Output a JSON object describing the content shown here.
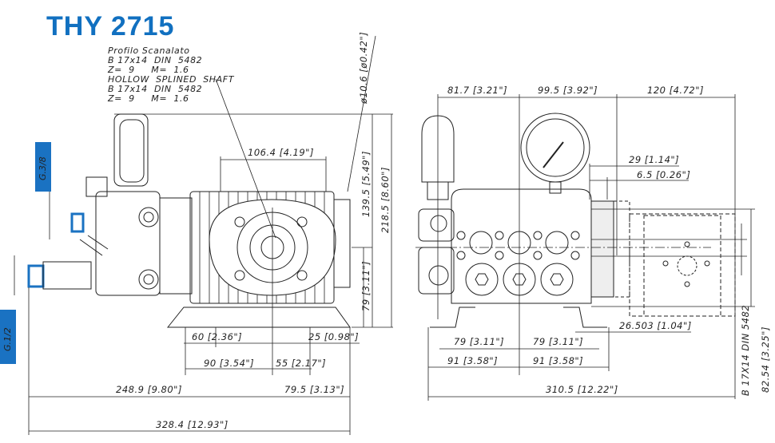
{
  "title": "THY 2715",
  "shaft_note": {
    "lines": [
      "Profilo Scanalato",
      "B 17x14  DIN  5482",
      "Z=  9     M=  1.6",
      "HOLLOW  SPLINED  SHAFT",
      "B 17x14  DIN  5482",
      "Z=  9     M=  1.6"
    ]
  },
  "ports": {
    "outlet": "G.3/8",
    "inlet": "G.1/2"
  },
  "colors": {
    "brand": "#1170c0",
    "port": "#1a72c2",
    "line": "#222222"
  },
  "side_view": {
    "hole_dia": "ø10.6 [ø0.42\"]",
    "width_106": "106.4 [4.19\"]",
    "height_139": "139.5 [5.49\"]",
    "height_218": "218.5 [8.60\"]",
    "height_79": "79 [3.11\"]",
    "dim_60": "60 [2.36\"]",
    "dim_25": "25 [0.98\"]",
    "dim_90": "90 [3.54\"]",
    "dim_55": "55 [2.17\"]",
    "dim_248": "248.9 [9.80\"]",
    "dim_79_5": "79.5 [3.13\"]",
    "dim_328": "328.4 [12.93\"]"
  },
  "front_view": {
    "dim_81": "81.7 [3.21\"]",
    "dim_99": "99.5 [3.92\"]",
    "dim_120": "120 [4.72\"]",
    "dim_29": "29 [1.14\"]",
    "dim_6_5": "6.5 [0.26\"]",
    "dim_26": "26.503 [1.04\"]",
    "dim_79_left": "79 [3.11\"]",
    "dim_79_right": "79 [3.11\"]",
    "dim_91_left": "91 [3.58\"]",
    "dim_91_right": "91 [3.58\"]",
    "dim_310": "310.5 [12.22\"]",
    "shaft_spec": "B 17X14 DIN 5482",
    "dim_82": "82.54 [3.25\"]"
  }
}
